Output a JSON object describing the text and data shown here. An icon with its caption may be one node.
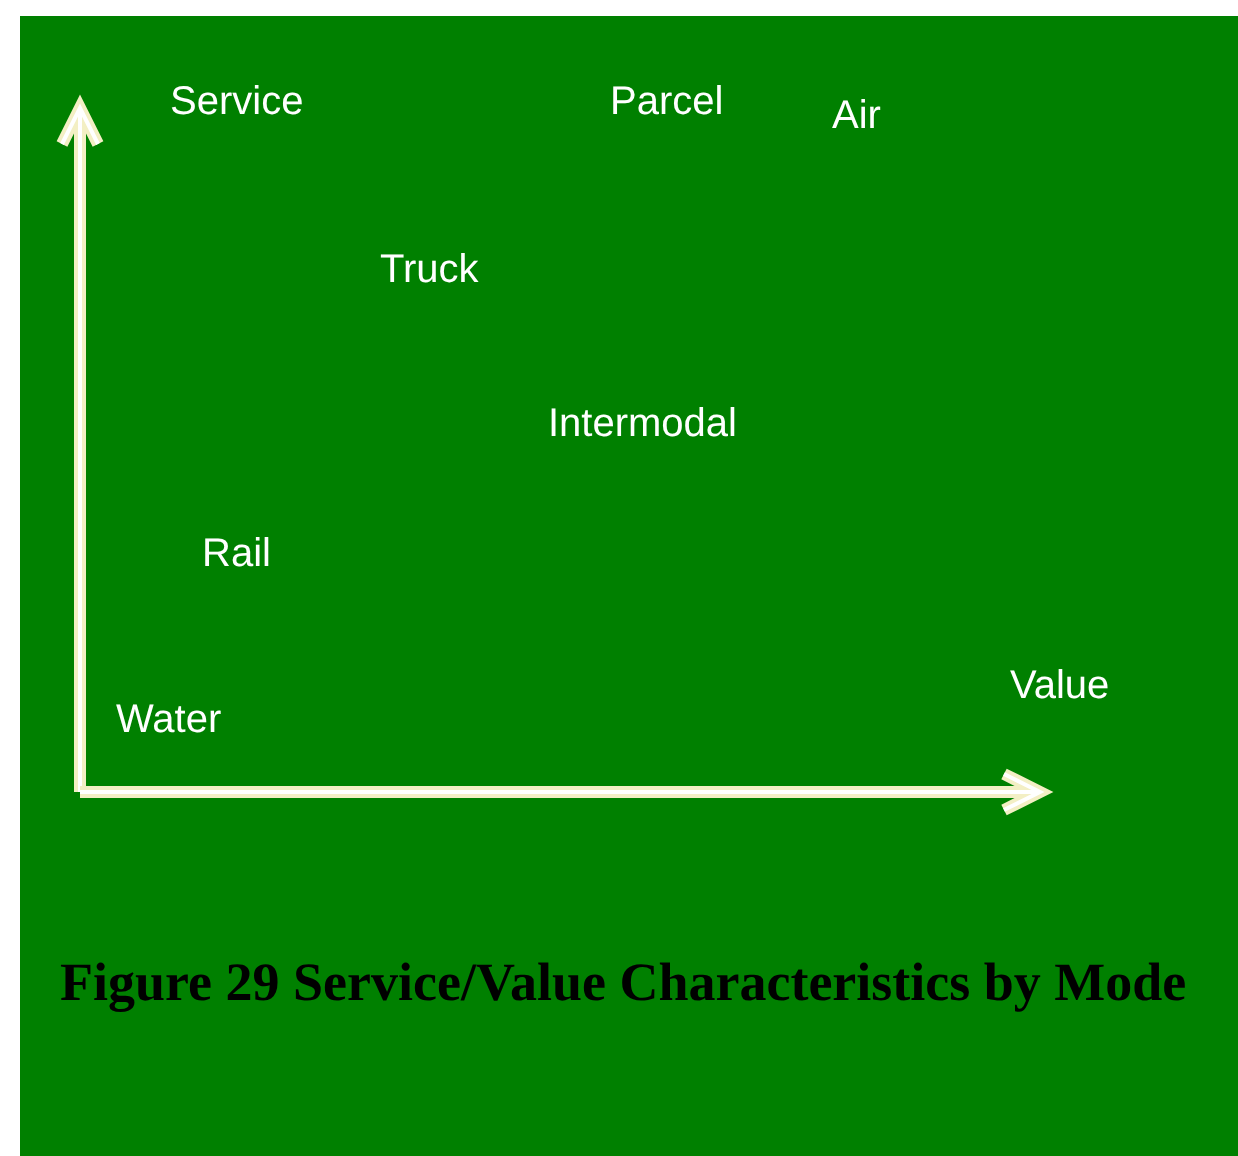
{
  "diagram": {
    "caption": "Figure 29 Service/Value Characteristics by Mode",
    "labels": [
      "Service",
      "Parcel",
      "Air",
      "Truck",
      "Intermodal",
      "Rail",
      "Value",
      "Water"
    ]
  }
}
